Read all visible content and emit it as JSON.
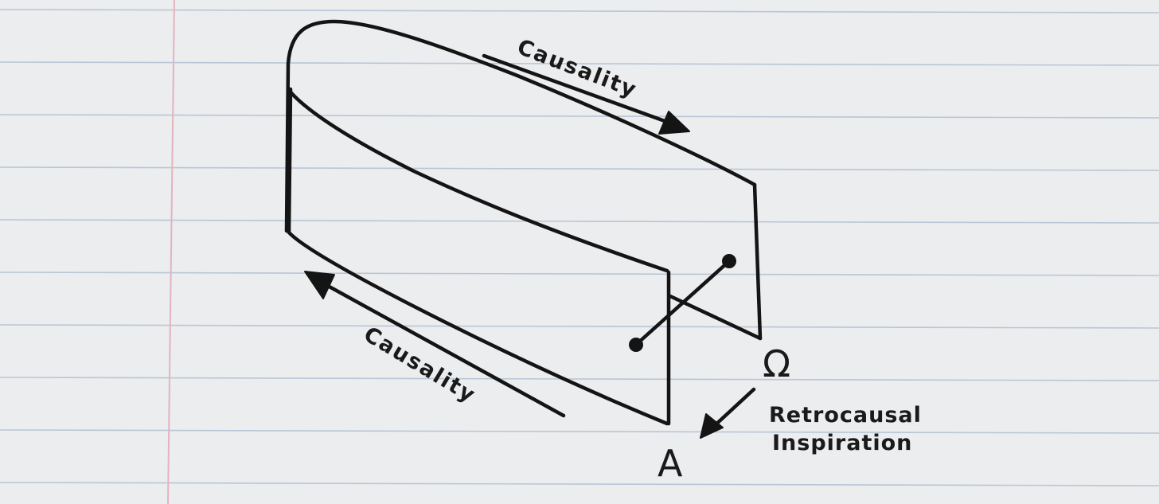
{
  "diagram": {
    "labels": {
      "causality_top": "Causality",
      "causality_bottom": "Causality",
      "omega": "Ω",
      "alpha": "A",
      "retro_line1": "Retrocausal",
      "retro_line2": "Inspiration"
    },
    "colors": {
      "paper": "#ecedee",
      "rule_line": "#b9c6d6",
      "margin_line": "#e3b3bf",
      "ink": "#141414"
    }
  }
}
